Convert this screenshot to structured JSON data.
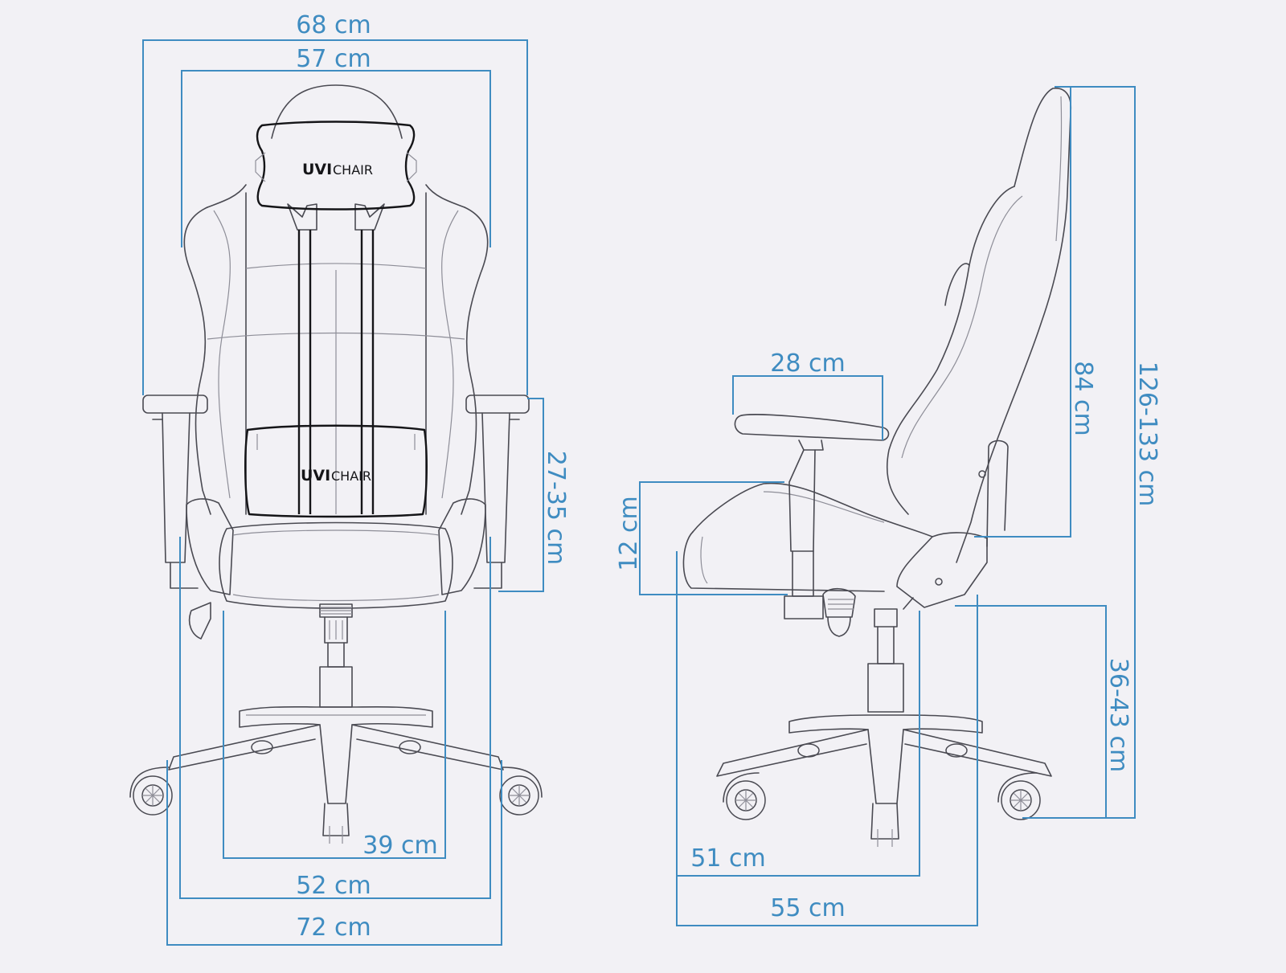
{
  "brand": {
    "mark": "UVI",
    "word": "CHAIR"
  },
  "colors": {
    "dimension": "#3f8cc1",
    "outline": "#4a4a52",
    "background": "#f2f1f5"
  },
  "front_view": {
    "overall_width": "68 cm",
    "backrest_width": "57 cm",
    "armrest_height_range": "27-35 cm",
    "seat_width": "39 cm",
    "seat_outer_width": "52 cm",
    "base_width": "72 cm"
  },
  "side_view": {
    "armrest_length": "28 cm",
    "seat_cushion_thickness": "12 cm",
    "backrest_height": "84 cm",
    "total_height_range": "126-133 cm",
    "seat_height_range": "36-43 cm",
    "seat_depth": "51 cm",
    "overall_depth": "55 cm"
  }
}
